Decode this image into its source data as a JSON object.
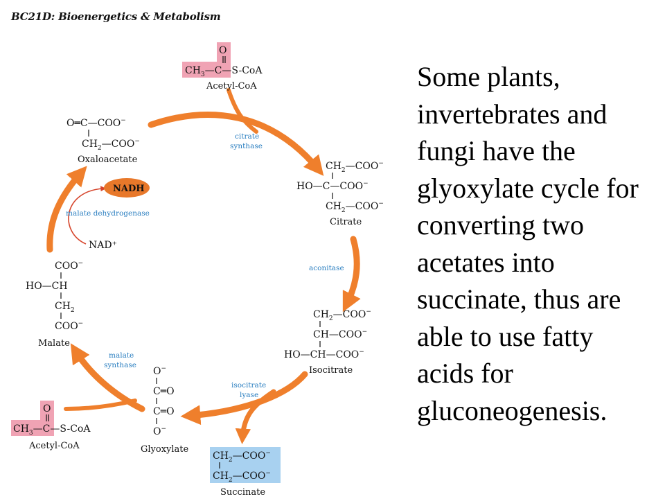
{
  "header": {
    "course_title": "BC21D: Bioenergetics & Metabolism"
  },
  "description_lines": [
    "Some plants,",
    "invertebrates and",
    "fungi have the",
    "glyoxylate cycle for",
    "converting two",
    "acetates into",
    "succinate, thus are",
    "able to use fatty",
    "acids for",
    "gluconeogenesis."
  ],
  "diagram": {
    "compounds": {
      "acetyl_coa_top": "Acetyl-CoA",
      "citrate": "Citrate",
      "isocitrate": "Isocitrate",
      "succinate": "Succinate",
      "glyoxylate": "Glyoxylate",
      "acetyl_coa_bottom": "Acetyl-CoA",
      "malate": "Malate",
      "oxaloacetate": "Oxaloacetate"
    },
    "enzymes": {
      "citrate_synthase": [
        "citrate",
        "synthase"
      ],
      "aconitase": "aconitase",
      "isocitrate_lyase": [
        "isocitrate",
        "lyase"
      ],
      "malate_synthase": [
        "malate",
        "synthase"
      ],
      "malate_dehydrogenase": "malate dehydrogenase"
    },
    "cofactors": {
      "nadh": "NADH",
      "nad": "NAD⁺"
    },
    "colors": {
      "arrow": "#ef7f2c",
      "enzyme_text": "#2a7ec0",
      "acetyl_highlight": "#f0a3b4",
      "succinate_highlight": "#a8d1f0",
      "nadh_ellipse": "#e8782a"
    }
  }
}
